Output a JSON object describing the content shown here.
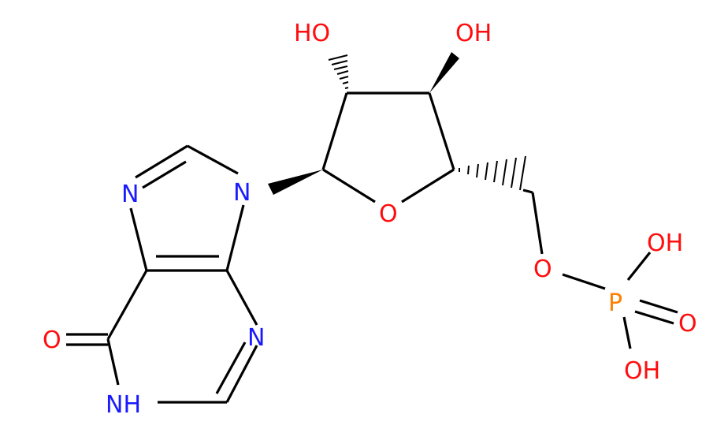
{
  "atoms": {
    "n_ring_top_left": {
      "label": "N",
      "color": "#1a1aff"
    },
    "n9": {
      "label": "N",
      "color": "#1a1aff"
    },
    "n3": {
      "label": "N",
      "color": "#1a1aff"
    },
    "nh": {
      "label": "NH",
      "color": "#1a1aff"
    },
    "o_keto": {
      "label": "O",
      "color": "#ff0d0d"
    },
    "oh_c2": {
      "label": "HO",
      "color": "#ff0d0d"
    },
    "oh_c3": {
      "label": "OH",
      "color": "#ff0d0d"
    },
    "o_ring": {
      "label": "O",
      "color": "#ff0d0d"
    },
    "o_ester": {
      "label": "O",
      "color": "#ff0d0d"
    },
    "p": {
      "label": "P",
      "color": "#ff8000"
    },
    "oh_p_top": {
      "label": "OH",
      "color": "#ff0d0d"
    },
    "o_p_double": {
      "label": "O",
      "color": "#ff0d0d"
    },
    "oh_p_bottom": {
      "label": "OH",
      "color": "#ff0d0d"
    }
  }
}
